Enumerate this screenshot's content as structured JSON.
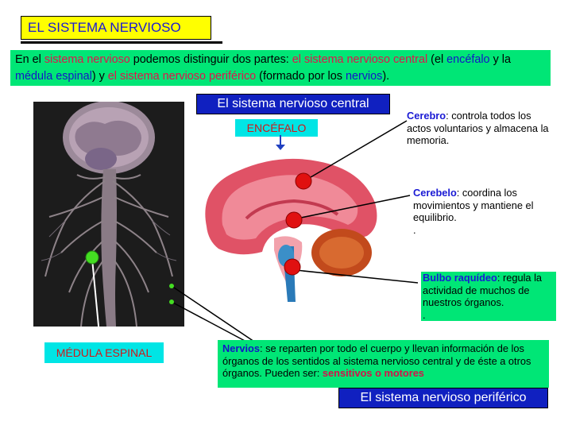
{
  "title": "EL SISTEMA NERVIOSO",
  "intro": {
    "p1": "En el ",
    "p2": "sistema nervioso",
    "p3": " podemos distinguir dos partes: ",
    "p4": "el sistema nervioso central",
    "p5": " (el ",
    "p6": "encéfalo",
    "p7": " y la ",
    "p8": "médula espinal",
    "p9": ") y ",
    "p10": "el sistema nervioso periférico",
    "p11": " (formado por los ",
    "p12": "nervios",
    "p13": ")."
  },
  "labels": {
    "central": "El sistema nervioso central",
    "encefalo": "ENCÉFALO",
    "medula": "MÉDULA ESPINAL",
    "periferico": "El sistema nervioso periférico"
  },
  "cerebro": {
    "term": "Cerebro",
    "colon": ":",
    "text": " controla todos los actos voluntarios y almacena la memoria."
  },
  "cerebelo": {
    "term": "Cerebelo",
    "colon": ":",
    "text": " coordina los movimientos y mantiene el equilibrio.",
    "dot": "."
  },
  "bulbo": {
    "term": "Bulbo raquídeo",
    "colon": ":",
    "text": " regula la actividad de muchos de nuestros órganos.",
    "dot": "."
  },
  "nervios": {
    "term": "Nervios",
    "colon": ":",
    "text": " se reparten por todo el cuerpo y llevan información de los órganos de los sentidos al sistema nervioso central y de éste a otros órganos. Pueden ser: ",
    "types": "sensitivos o motores"
  },
  "colors": {
    "title_bg": "#ffff00",
    "intro_bg": "#00e676",
    "encefalo_bg": "#00e5e5",
    "central_bg": "#1020c0",
    "pointer_red": "#e01010",
    "pointer_green": "#44dd22"
  }
}
